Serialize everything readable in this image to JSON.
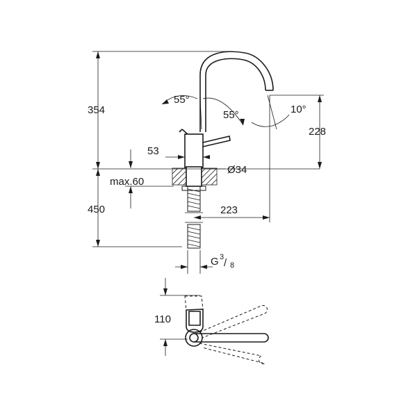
{
  "dimensions": {
    "total_height": "354",
    "spout_height": "228",
    "body_width": "53",
    "hole_diameter": "Ø34",
    "max_thickness": "max.60",
    "reach": "223",
    "under_length": "450",
    "thread_main": "G",
    "thread_num": "3",
    "thread_den": "8",
    "top_view_depth": "110"
  },
  "angles": {
    "handle_left": "55°",
    "handle_right": "55°",
    "spout_tilt": "10°"
  }
}
